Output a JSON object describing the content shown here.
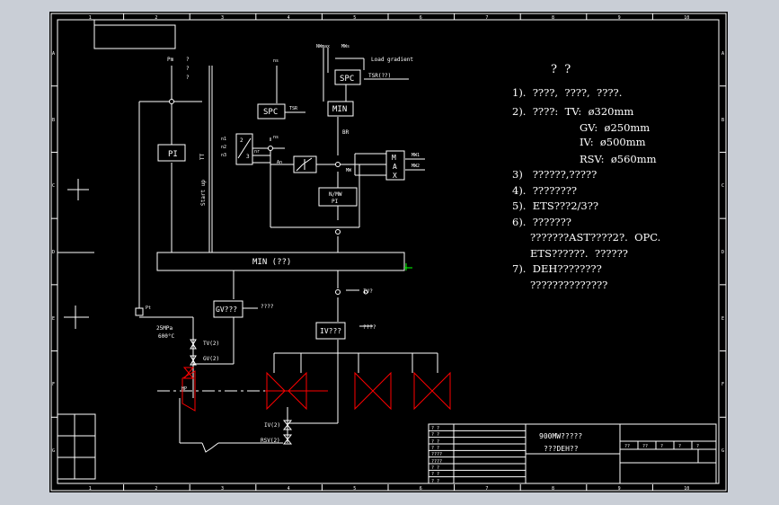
{
  "drawing": {
    "column_markers": [
      "1",
      "2",
      "3",
      "4",
      "5",
      "6",
      "7",
      "8",
      "9",
      "10"
    ],
    "row_markers": [
      "A",
      "B",
      "C",
      "D",
      "E",
      "F",
      "G"
    ]
  },
  "blocks": {
    "spc_top": "SPC",
    "spc_left": "SPC",
    "min_top": "MIN",
    "pi_left": "PI",
    "pi_inner_1": "N/MW",
    "pi_inner_2": "PI",
    "max_letters": [
      "M",
      "A",
      "X"
    ],
    "min_bar": "MIN (??)",
    "gv": "GV???",
    "iv": "IV???",
    "ratio_1": "2",
    "ratio_2": "3"
  },
  "signals": {
    "pm": "Pm",
    "q1": "?",
    "q2": "?",
    "q3": "?",
    "ns_left": "ns",
    "ns_right": "ns",
    "nw_max": "NWmax",
    "mw": "MWs",
    "load_gradient": "Load gradient",
    "tsr": "TSR(??)",
    "tsr_short": "TSR",
    "br": "BR",
    "n1": "n1",
    "n2": "n2",
    "n3": "n3",
    "nr": "nr",
    "an": "An",
    "mw_mid": "MW",
    "mw1": "MW1",
    "mw2": "MW2",
    "tt": "TT",
    "start_up": "Start up",
    "pt": "Pt",
    "iv_tag": "IV?",
    "gv_side": "????",
    "iv_side": "????",
    "pressure": "25MPa",
    "temperature": "600°C",
    "tv": "TV(2)",
    "gv_valve": "GV(2)",
    "iv_valve": "IV(2)",
    "rsv": "RSV(2)",
    "hp": "HP"
  },
  "notes": {
    "heading": "?  ?",
    "lines": [
      "1).  ????,  ????,  ????.",
      "2).  ????:  TV:  ø320mm",
      "GV:  ø250mm",
      "IV:  ø500mm",
      "RSV:  ø560mm",
      "3)   ??????,?????",
      "4).  ????????",
      "5).  ETS???2/3??",
      "6).  ???????",
      "???????AST????2?.  OPC.",
      "ETS??????.  ??????",
      "7).  DEH????????",
      "??????????????"
    ]
  },
  "title_block": {
    "title_1": "900MW?????",
    "title_2": "???DEH??",
    "left_cells": [
      "? ?",
      "? ?",
      "? ?",
      "? ?",
      "????",
      "????",
      "? ?",
      "? ?",
      "? ?"
    ],
    "right_header": [
      "??",
      "??",
      "?",
      "?",
      "?"
    ]
  },
  "colors": {
    "background": "#000000",
    "line": "#ffffff",
    "valve": "#ff0000",
    "marker": "#00ff00",
    "frame": "#c9ced6"
  }
}
